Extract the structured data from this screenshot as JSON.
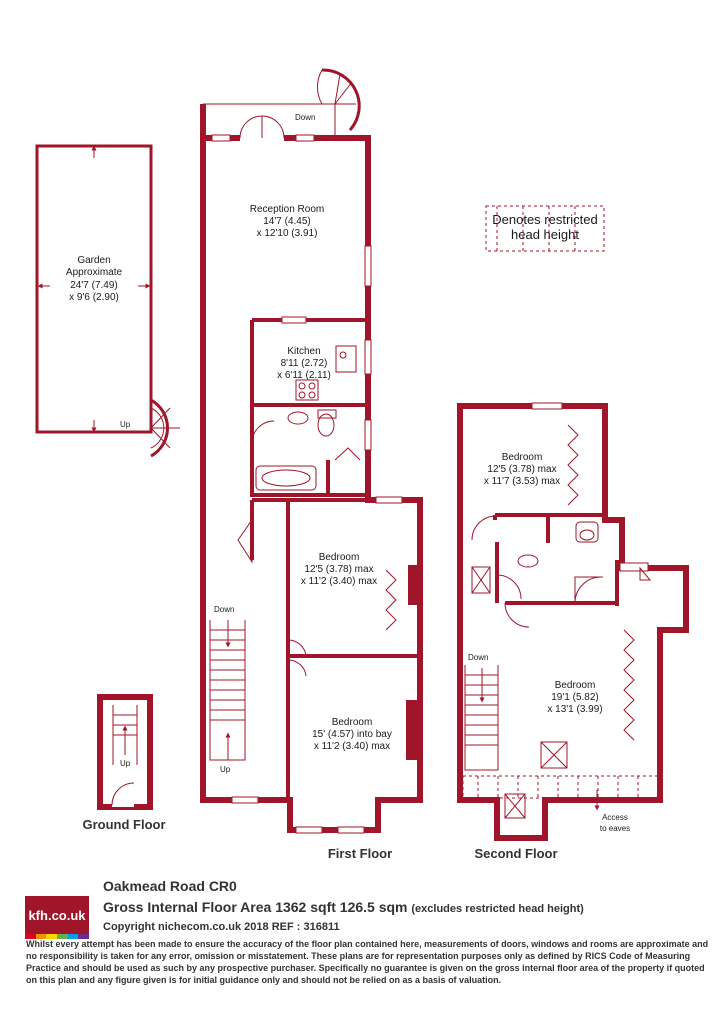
{
  "colors": {
    "wall": "#a0152a",
    "text": "#1a1a1a",
    "accent": "#a0152a"
  },
  "legend": {
    "line1": "Denotes restricted",
    "line2": "head height"
  },
  "garden": {
    "name": "Garden",
    "line2": "Approximate",
    "line3": "24'7 (7.49)",
    "line4": "x 9'6 (2.90)",
    "up": "Up"
  },
  "ground_floor": {
    "label": "Ground Floor",
    "up": "Up"
  },
  "first_floor": {
    "label": "First Floor",
    "down_top": "Down",
    "reception": {
      "name": "Reception Room",
      "dim1": "14'7 (4.45)",
      "dim2": "x 12'10 (3.91)"
    },
    "kitchen": {
      "name": "Kitchen",
      "dim1": "8'11 (2.72)",
      "dim2": "x 6'11 (2.11)"
    },
    "bedroom_a": {
      "name": "Bedroom",
      "dim1": "12'5 (3.78) max",
      "dim2": "x 11'2 (3.40) max"
    },
    "bedroom_b": {
      "name": "Bedroom",
      "dim1": "15' (4.57) into bay",
      "dim2": "x 11'2 (3.40) max"
    },
    "stairs_down": "Down",
    "stairs_up": "Up"
  },
  "second_floor": {
    "label": "Second Floor",
    "bedroom_a": {
      "name": "Bedroom",
      "dim1": "12'5 (3.78) max",
      "dim2": "x 11'7 (3.53) max"
    },
    "bedroom_b": {
      "name": "Bedroom",
      "dim1": "19'1 (5.82)",
      "dim2": "x 13'1 (3.99)"
    },
    "stairs_down": "Down",
    "eaves1": "Access",
    "eaves2": "to eaves"
  },
  "footer": {
    "logo": "kfh.co.uk",
    "logo_colors": [
      "#e2001a",
      "#f39200",
      "#ffd500",
      "#5fb14a",
      "#009fe3",
      "#6b2c91"
    ],
    "address": "Oakmead Road CR0",
    "area": "Gross Internal Floor Area 1362 sqft 126.5 sqm",
    "area_note": "(excludes restricted head height)",
    "copyright": "Copyright nichecom.co.uk 2018 REF : 316811",
    "disclaimer": "Whilst every attempt has been made to ensure the accuracy of the floor plan contained here, measurements of doors, windows and rooms are approximate and no responsibility is taken for any error, omission or misstatement.  These plans are for representation purposes only as defined by RICS Code of Measuring Practice and should be used as such by any prospective purchaser.  Specifically no guarantee is given on the gross internal floor area of the property if quoted on this plan and any figure given is for initial guidance only and should not be relied on as a basis of valuation."
  }
}
